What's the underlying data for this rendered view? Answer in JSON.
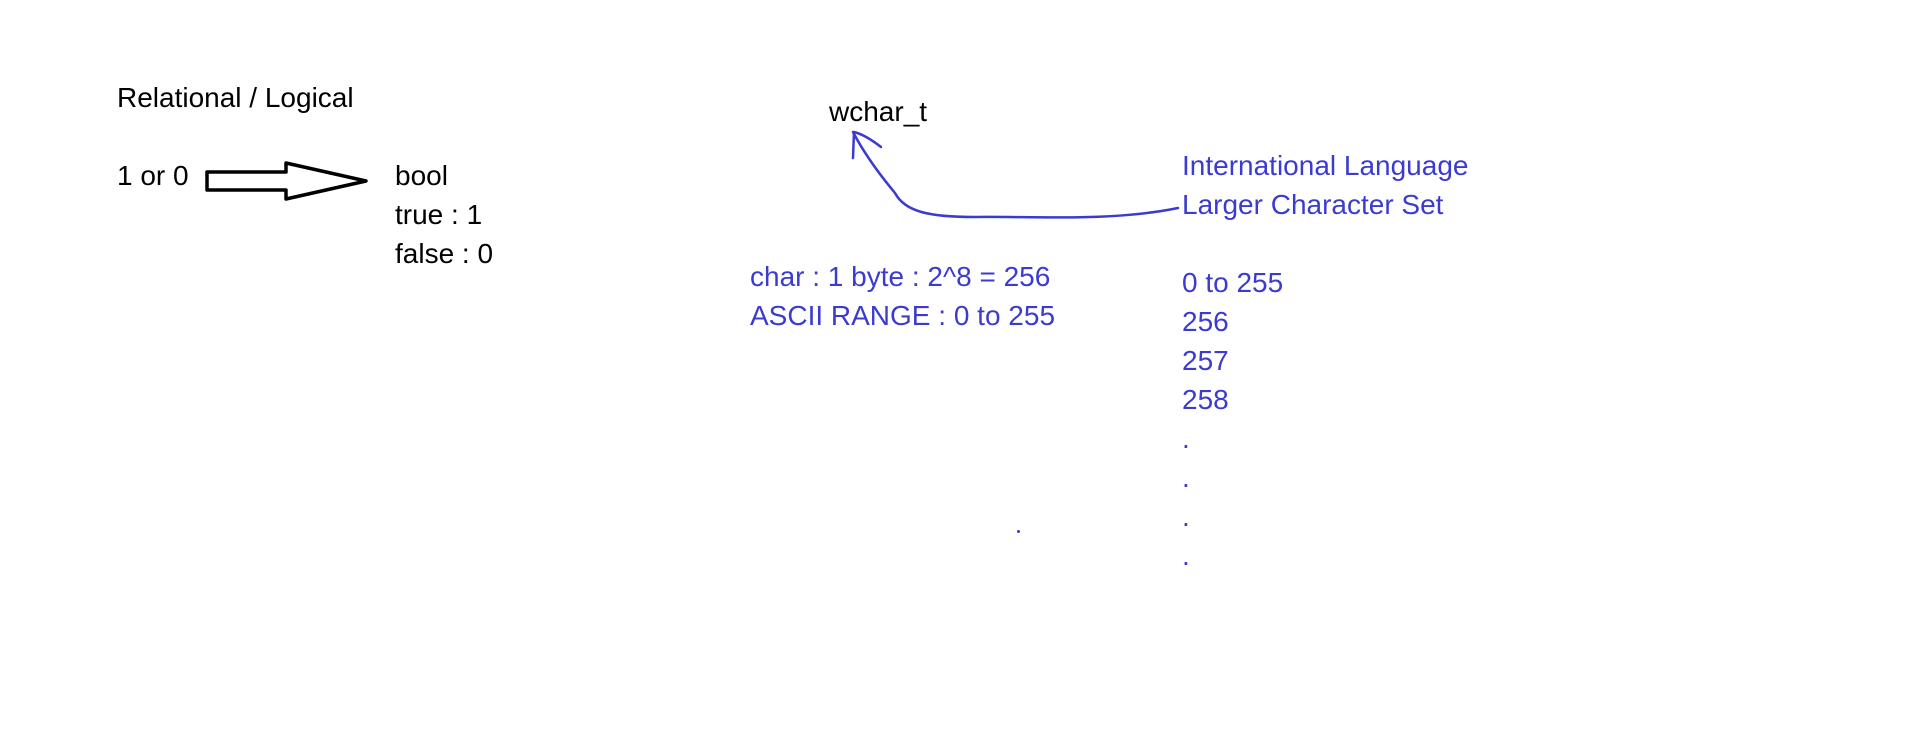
{
  "left": {
    "title": "Relational / Logical",
    "input": "1 or 0",
    "bool": {
      "type": "bool",
      "true_line": "true : 1",
      "false_line": "false : 0"
    }
  },
  "wchar": {
    "label": "wchar_t"
  },
  "char_info": {
    "line1": "char : 1 byte :  2^8 = 256",
    "line2": "ASCII RANGE : 0 to 255"
  },
  "international": {
    "line1": "International Language",
    "line2": "Larger Character Set"
  },
  "range_list": [
    "0 to 255",
    "256",
    "257",
    "258",
    ".",
    ".",
    ".",
    "."
  ],
  "colors": {
    "ink": "#000000",
    "pen_blue": "#3b3bd0"
  }
}
